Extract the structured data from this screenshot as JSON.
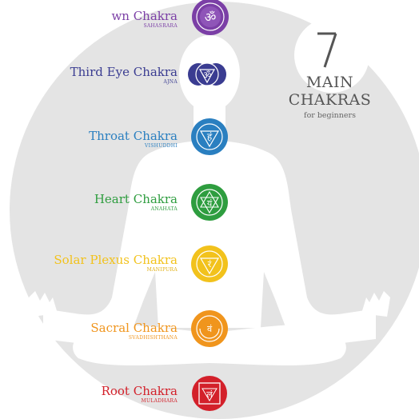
{
  "title": {
    "count": "7",
    "line1": "MAIN",
    "line2": "CHAKRAS",
    "subtitle": "for beginners"
  },
  "chakras": [
    {
      "name": "wn Chakra",
      "sanskrit": "SAHASRARA",
      "color": "#7b3fa6",
      "glyph": "ॐ",
      "icon": "crown-chakra-icon"
    },
    {
      "name": "Third Eye Chakra",
      "sanskrit": "AJNA",
      "color": "#3a3c91",
      "glyph": "ॐ",
      "icon": "third-eye-chakra-icon"
    },
    {
      "name": "Throat Chakra",
      "sanskrit": "VISHUDDHI",
      "color": "#2a7fc0",
      "glyph": "हं",
      "icon": "throat-chakra-icon"
    },
    {
      "name": "Heart Chakra",
      "sanskrit": "ANAHATA",
      "color": "#2e9d3f",
      "glyph": "यं",
      "icon": "heart-chakra-icon"
    },
    {
      "name": "Solar Plexus Chakra",
      "sanskrit": "MANIPURA",
      "color": "#f2c21c",
      "glyph": "रं",
      "icon": "solar-plexus-chakra-icon"
    },
    {
      "name": "Sacral Chakra",
      "sanskrit": "SVADHISHTHANA",
      "color": "#f0951d",
      "glyph": "वं",
      "icon": "sacral-chakra-icon"
    },
    {
      "name": "Root Chakra",
      "sanskrit": "MULADHARA",
      "color": "#d3202a",
      "glyph": "लं",
      "icon": "root-chakra-icon"
    }
  ]
}
